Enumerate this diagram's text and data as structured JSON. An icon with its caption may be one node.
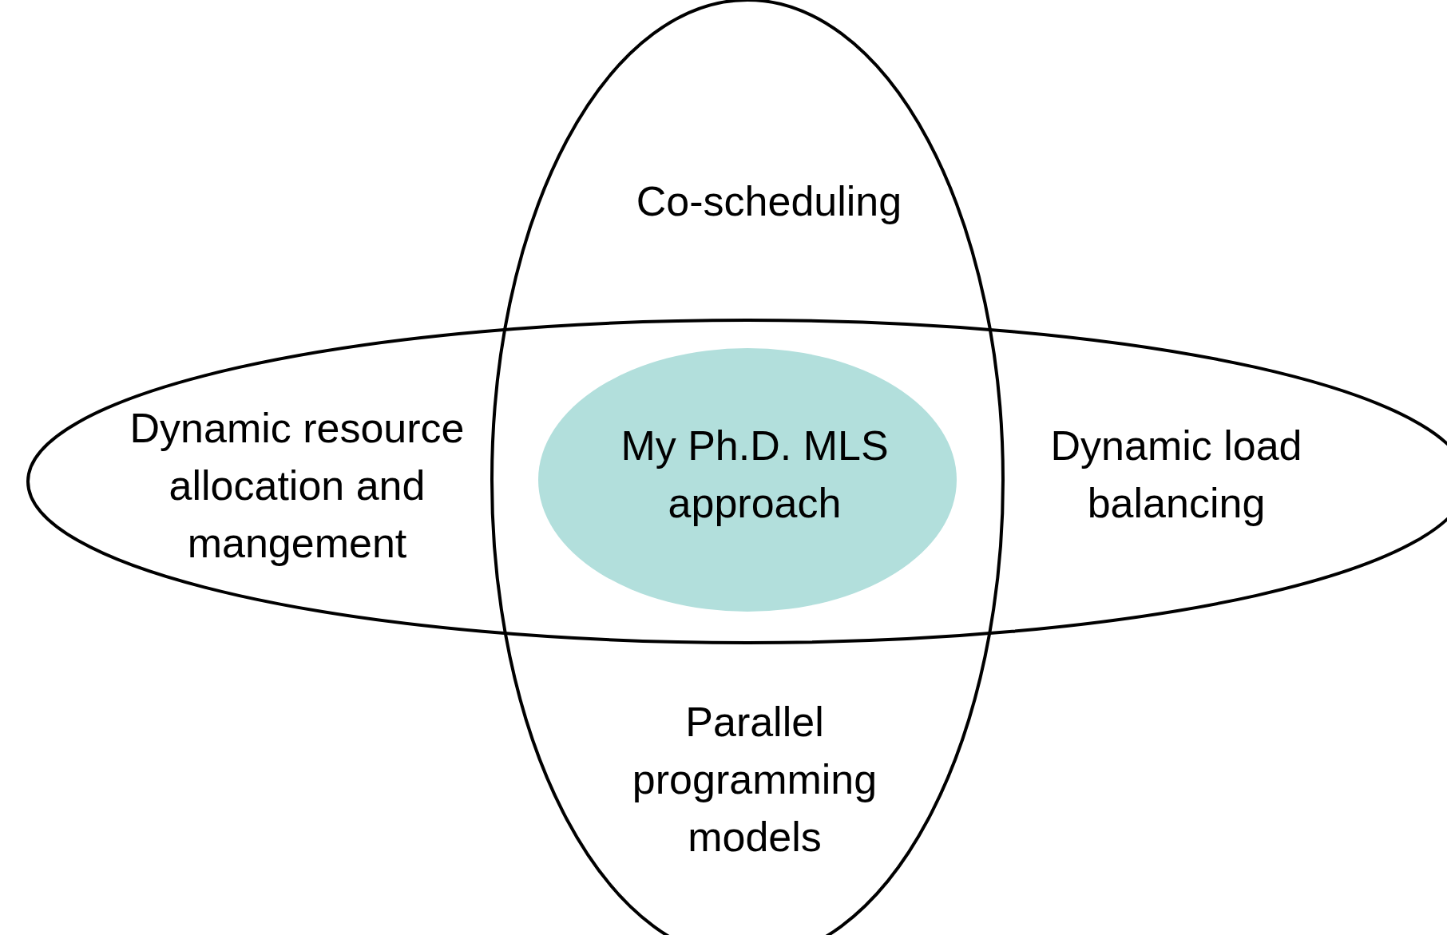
{
  "diagram": {
    "nodes": [
      {
        "text": [
          "Co-scheduling",
          "Parallel programming models"
        ]
      },
      {
        "text": [
          "Dynamic resource allocation and mangement",
          "Dynamic load balancing"
        ]
      },
      {
        "text": [
          "My Ph.D. MLS approach"
        ]
      }
    ]
  }
}
